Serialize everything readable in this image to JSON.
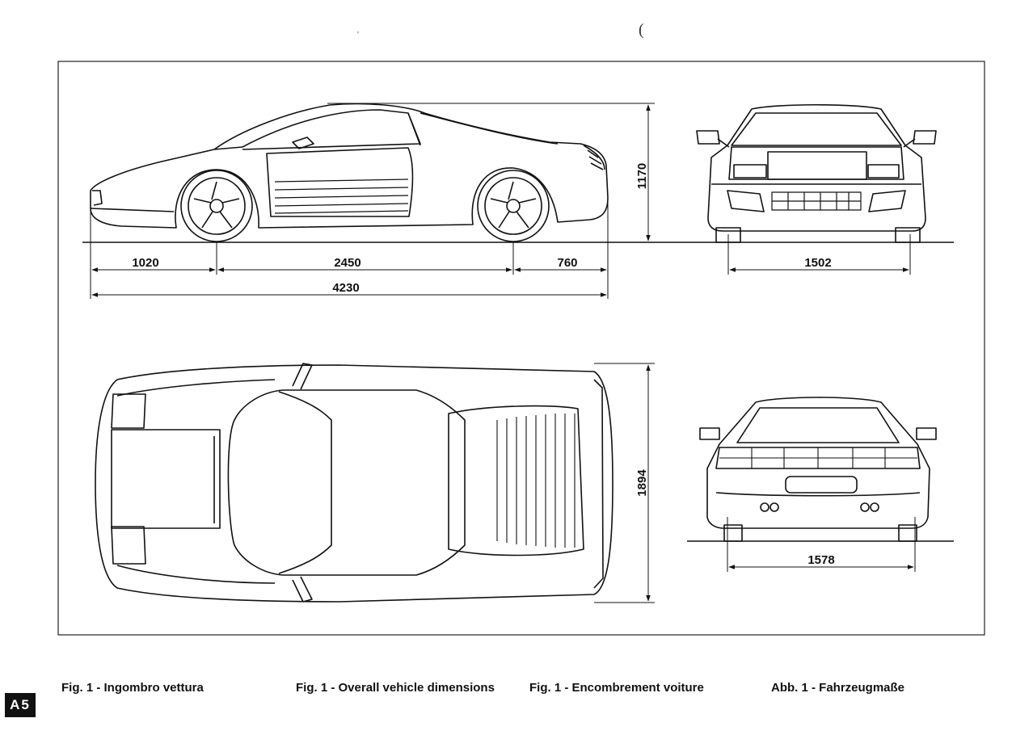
{
  "dimensions": {
    "front_overhang": "1020",
    "wheelbase": "2450",
    "rear_overhang": "760",
    "overall_length": "4230",
    "height": "1170",
    "front_track": "1502",
    "width": "1894",
    "rear_track": "1578"
  },
  "captions": {
    "italian": "Fig. 1 - Ingombro vettura",
    "english": "Fig. 1 - Overall vehicle dimensions",
    "french": "Fig. 1 - Encombrement voiture",
    "german": "Abb. 1 - Fahrzeugmaße"
  },
  "page_badge": "A5"
}
